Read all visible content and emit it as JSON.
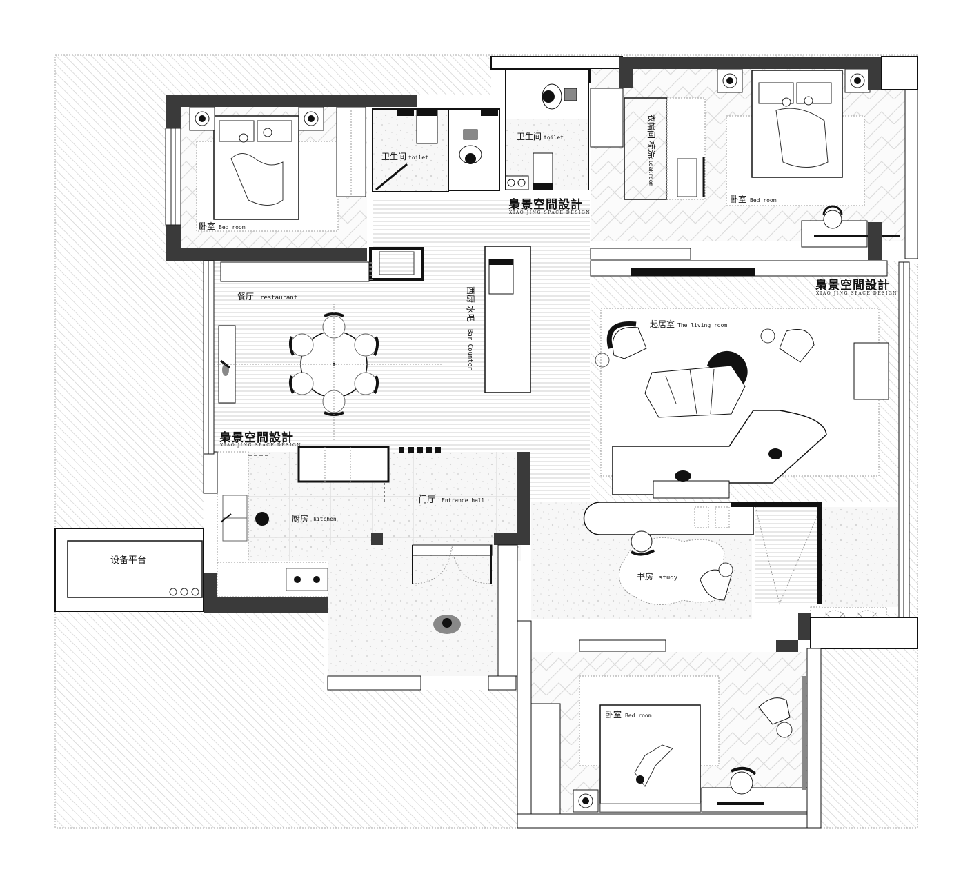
{
  "plan": {
    "title": "Floor plan",
    "colors": {
      "wall": "#3a3a3a",
      "wall_black": "#111111",
      "hatch": "#c8c8c8",
      "outline": "#111111",
      "background": "#ffffff"
    }
  },
  "watermark": {
    "cn": "梟景空間設計",
    "en": "XIAO JING SPACE DESIGN"
  },
  "rooms": {
    "bedroom_nw": {
      "cn": "卧室",
      "en": "Bed room"
    },
    "toilet_1": {
      "cn": "卫生间",
      "en": "toilet"
    },
    "toilet_2": {
      "cn": "卫生间",
      "en": "toilet"
    },
    "cloakroom": {
      "cn": "衣帽间  梳洗",
      "en": "cloakroom"
    },
    "bedroom_ne": {
      "cn": "卧室",
      "en": "Bed room"
    },
    "restaurant": {
      "cn": "餐厅",
      "en": "restaurant"
    },
    "bar": {
      "cn": "西厨 水吧",
      "en": "Bar Counter"
    },
    "living": {
      "cn": "起居室",
      "en": "The living room"
    },
    "kitchen": {
      "cn": "厨房",
      "en": "kitchen"
    },
    "entrance": {
      "cn": "门厅",
      "en": "Entrance hall"
    },
    "study": {
      "cn": "书房",
      "en": "study"
    },
    "equipment": {
      "cn": "设备平台",
      "en": ""
    },
    "bedroom_s": {
      "cn": "卧室",
      "en": "Bed room"
    }
  }
}
